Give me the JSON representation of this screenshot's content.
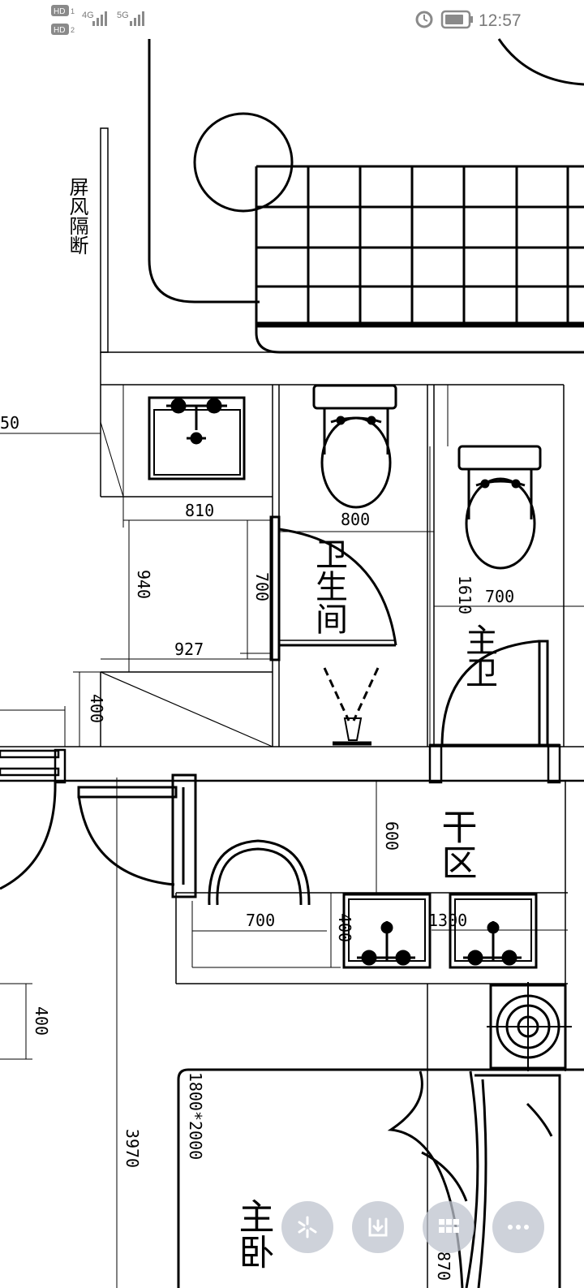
{
  "status_bar": {
    "time": "12:57",
    "sim1": "HD",
    "sim2": "HD",
    "net1": "4G",
    "net2": "5G"
  },
  "plan": {
    "rooms": {
      "screen_partition": "屏风隔断",
      "toilet_room": "卫生间",
      "master_bath": "主卫",
      "dry_area": "干区",
      "master_bedroom": "主卧"
    },
    "dimensions": {
      "d50": "50",
      "d810": "810",
      "d800": "800",
      "d940": "940",
      "d700a": "700",
      "d1610": "1610",
      "d700b": "700",
      "d927": "927",
      "d400a": "400",
      "d600": "600",
      "d700c": "700",
      "d400b": "400",
      "d1300": "1300",
      "d400c": "400",
      "d3970": "3970",
      "bed_size": "1800*2000",
      "d870": "870"
    }
  },
  "toolbar": {
    "buttons": [
      {
        "name": "edit-button",
        "icon": "sparkle-icon"
      },
      {
        "name": "download-button",
        "icon": "download-icon"
      },
      {
        "name": "grid-button",
        "icon": "grid-icon"
      },
      {
        "name": "more-button",
        "icon": "more-icon"
      }
    ]
  },
  "colors": {
    "line": "#000000",
    "status_text": "#7a7a7a",
    "fab_bg": "#bec3cd"
  }
}
